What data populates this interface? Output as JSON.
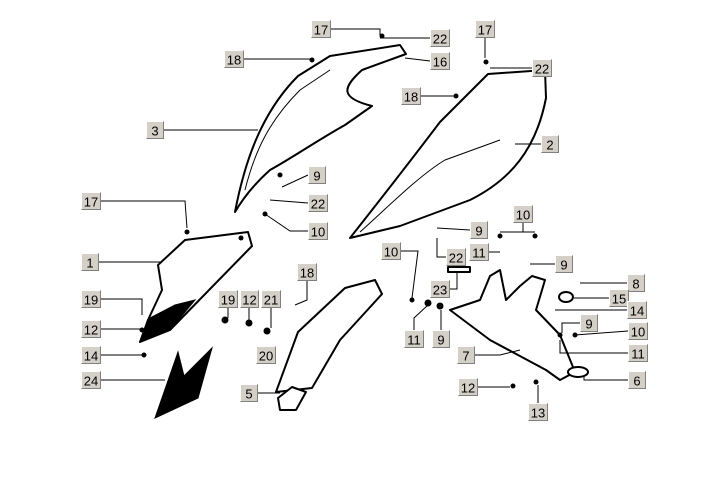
{
  "diagram": {
    "labels": [
      "17",
      "22",
      "17",
      "18",
      "16",
      "22",
      "18",
      "3",
      "2",
      "9",
      "22",
      "17",
      "10",
      "9",
      "10",
      "10",
      "22",
      "11",
      "9",
      "1",
      "18",
      "8",
      "23",
      "19",
      "19",
      "12",
      "21",
      "15",
      "14",
      "12",
      "9",
      "11",
      "9",
      "10",
      "14",
      "20",
      "7",
      "11",
      "24",
      "6",
      "5",
      "12",
      "13"
    ]
  }
}
